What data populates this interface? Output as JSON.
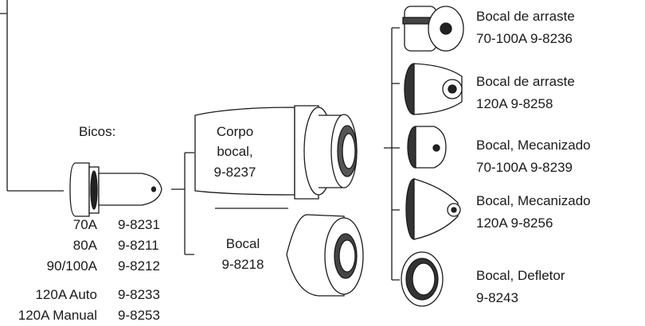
{
  "nozzles": {
    "title": "Bicos:",
    "rows": [
      {
        "size": "70A",
        "part": "9-8231"
      },
      {
        "size": "80A",
        "part": "9-8211"
      },
      {
        "size": "90/100A",
        "part": "9-8212"
      },
      {
        "size": "120A Auto",
        "part": "9-8233"
      },
      {
        "size": "120A Manual",
        "part": "9-8253"
      }
    ]
  },
  "body_part": {
    "line1": "Corpo",
    "line2": "bocal,",
    "line3": "9-8237"
  },
  "shroud_part": {
    "line1": "Bocal",
    "line2": "9-8218"
  },
  "shrouds": [
    {
      "name": "Bocal de arraste",
      "spec": "70-100A  9-8236"
    },
    {
      "name": "Bocal de arraste",
      "spec": "120A  9-8258"
    },
    {
      "name": "Bocal, Mecanizado",
      "spec": "70-100A  9-8239"
    },
    {
      "name": "Bocal, Mecanizado",
      "spec": "120A  9-8256"
    },
    {
      "name": "Bocal, Defletor",
      "spec": "9-8243"
    }
  ]
}
